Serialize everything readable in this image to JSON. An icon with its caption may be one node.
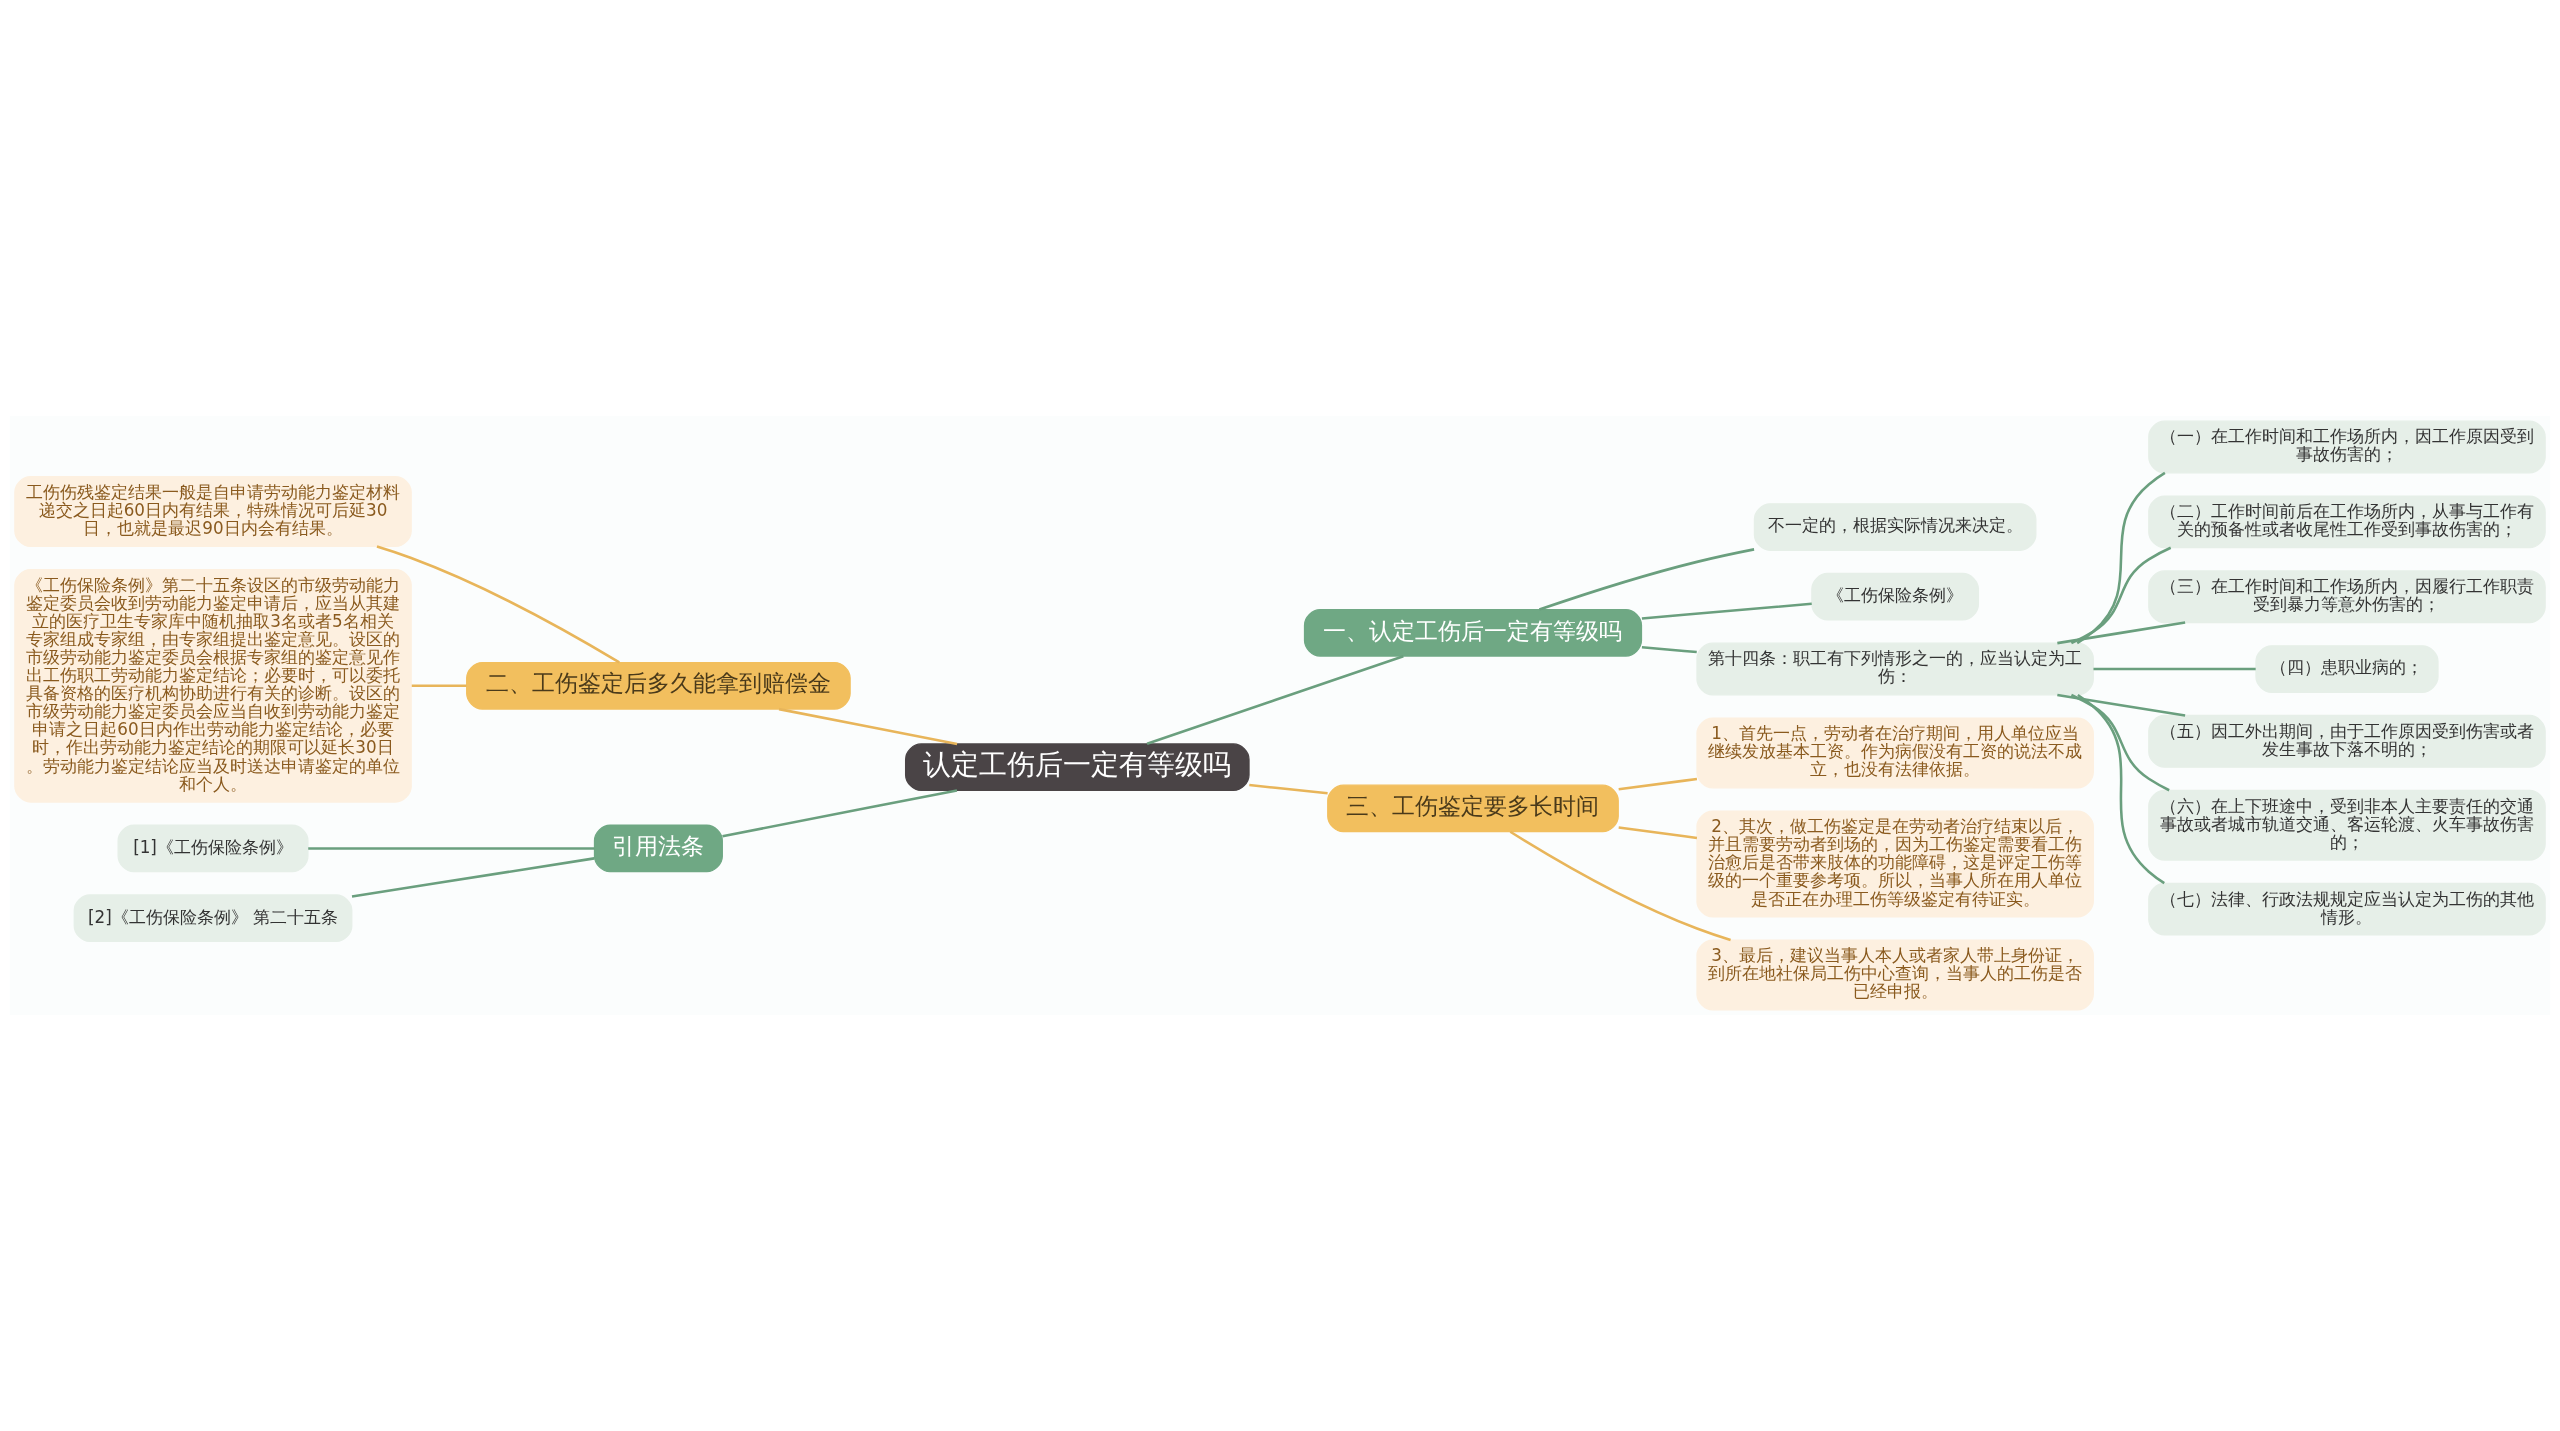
{
  "diagram": {
    "nodes": [
      {
        "text": [
          "认定工伤后一定有等级吗"
        ]
      },
      {
        "text": [
          "一、认定工伤后一定有等级吗"
        ]
      },
      {
        "text": [
          "不一定的，根据实际情况来决定。"
        ]
      },
      {
        "text": [
          "《工伤保险条例》"
        ]
      },
      {
        "text": [
          "第十四条：职工有下列情形之一的，应当认定为工伤："
        ]
      },
      {
        "text": [
          "（一）在工作时间和工作场所内，因工作原因受到事故伤害的；"
        ]
      },
      {
        "text": [
          "（二）工作时间前后在工作场所内，从事与工作有关的预备性或者收尾性工作受到事故伤害的；"
        ]
      },
      {
        "text": [
          "（三）在工作时间和工作场所内，因履行工作职责受到暴力等意外伤害的；"
        ]
      },
      {
        "text": [
          "（四）患职业病的；"
        ]
      },
      {
        "text": [
          "（五）因工外出期间，由于工作原因受到伤害或者发生事故下落不明的；"
        ]
      },
      {
        "text": [
          "（六）在上下班途中，受到非本人主要责任的交通事故或者城市轨道交通、客运轮渡、火车事故伤害的；"
        ]
      },
      {
        "text": [
          "（七）法律、行政法规规定应当认定为工伤的其他情形。"
        ]
      },
      {
        "text": [
          "二、工伤鉴定后多久能拿到赔偿金"
        ]
      },
      {
        "text": [
          "工伤伤残鉴定结果一般是自申请劳动能力鉴定材料递交之日起60日内有结果，特殊情况可后延30日，也就是最迟90日内会有结果。"
        ]
      },
      {
        "text": [
          "《工伤保险条例》第二十五条设区的市级劳动能力鉴定委员会收到劳动能力鉴定申请后，应当从其建立的医疗卫生专家库中随机抽取3名或者5名相关专家组成专家组，由专家组提出鉴定意见。设区的市级劳动能力鉴定委员会根据专家组的鉴定意见作出工伤职工劳动能力鉴定结论；必要时，可以委托具备资格的医疗机构协助进行有关的诊断。设区的市级劳动能力鉴定委员会应当自收到劳动能力鉴定申请之日起60日内作出劳动能力鉴定结论，必要时，作出劳动能力鉴定结论的期限可以延长30日。劳动能力鉴定结论应当及时送达申请鉴定的单位和个人。"
        ]
      },
      {
        "text": [
          "引用法条"
        ]
      },
      {
        "text": [
          "[1]《工伤保险条例》"
        ]
      },
      {
        "text": [
          "[2]《工伤保险条例》 第二十五条"
        ]
      },
      {
        "text": [
          "三、工伤鉴定要多长时间"
        ]
      },
      {
        "text": [
          "1、首先一点，劳动者在治疗期间，用人单位应当继续发放基本工资。作为病假没有工资的说法不成立，也没有法律依据。"
        ]
      },
      {
        "text": [
          "2、其次，做工伤鉴定是在劳动者治疗结束以后，并且需要劳动者到场的，因为工伤鉴定需要看工伤治愈后是否带来肢体的功能障碍，这是评定工伤等级的一个重要参考项。所以，当事人所在用人单位是否正在办理工伤等级鉴定有待证实。"
        ]
      },
      {
        "text": [
          "3、最后，建议当事人本人或者家人带上身份证，到所在地社保局工伤中心查询，当事人的工伤是否已经申报。"
        ]
      }
    ],
    "edges": [
      {
        "from": 0,
        "to": 1,
        "arrow": "none"
      },
      {
        "from": 1,
        "to": 2,
        "arrow": "none"
      },
      {
        "from": 1,
        "to": 3,
        "arrow": "none"
      },
      {
        "from": 1,
        "to": 4,
        "arrow": "none"
      },
      {
        "from": 4,
        "to": 5,
        "arrow": "none"
      },
      {
        "from": 4,
        "to": 6,
        "arrow": "none"
      },
      {
        "from": 4,
        "to": 7,
        "arrow": "none"
      },
      {
        "from": 4,
        "to": 8,
        "arrow": "none"
      },
      {
        "from": 4,
        "to": 9,
        "arrow": "none"
      },
      {
        "from": 4,
        "to": 10,
        "arrow": "none"
      },
      {
        "from": 4,
        "to": 11,
        "arrow": "none"
      },
      {
        "from": 0,
        "to": 12,
        "arrow": "none",
        "color": "#e8b55a"
      },
      {
        "from": 12,
        "to": 13,
        "arrow": "none",
        "color": "#e8b55a"
      },
      {
        "from": 12,
        "to": 14,
        "arrow": "none",
        "color": "#e8b55a"
      },
      {
        "from": 0,
        "to": 15,
        "arrow": "none"
      },
      {
        "from": 15,
        "to": 16,
        "arrow": "none"
      },
      {
        "from": 15,
        "to": 17,
        "arrow": "none"
      },
      {
        "from": 0,
        "to": 18,
        "arrow": "none",
        "color": "#e8b55a"
      },
      {
        "from": 18,
        "to": 19,
        "arrow": "none",
        "color": "#e8b55a"
      },
      {
        "from": 18,
        "to": 20,
        "arrow": "none",
        "color": "#e8b55a"
      },
      {
        "from": 18,
        "to": 21,
        "arrow": "none",
        "color": "#e8b55a"
      }
    ]
  }
}
